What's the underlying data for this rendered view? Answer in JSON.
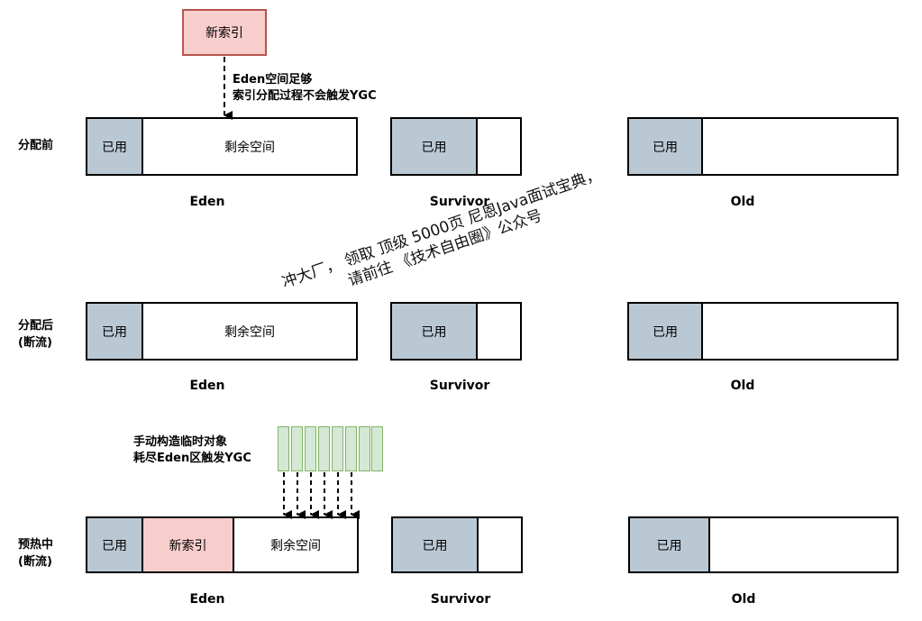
{
  "top": {
    "new_index": "新索引",
    "note_line1": "Eden空间足够",
    "note_line2": "索引分配过程不会触发YGC"
  },
  "rows": [
    {
      "label_line1": "分配前",
      "label_line2": "",
      "eden_used": "已用",
      "eden_free": "剩余空间",
      "survivor_used": "已用",
      "old_used": "已用"
    },
    {
      "label_line1": "分配后",
      "label_line2": "(断流)",
      "eden_used": "已用",
      "eden_free": "剩余空间",
      "survivor_used": "已用",
      "old_used": "已用"
    },
    {
      "label_line1": "预热中",
      "label_line2": "(断流)",
      "eden_used": "已用",
      "eden_new": "新索引",
      "eden_free": "剩余空间",
      "survivor_used": "已用",
      "old_used": "已用"
    }
  ],
  "captions": {
    "eden": "Eden",
    "survivor": "Survivor",
    "old": "Old"
  },
  "warmup_note": {
    "line1": "手动构造临时对象",
    "line2": "耗尽Eden区触发YGC"
  },
  "watermark": {
    "line1": "冲大厂， 领取 顶级  5000页 尼恩Java面试宝典，",
    "line2": "请前往 《技术自由圈》公众号"
  },
  "colors": {
    "used": "#bac8d3",
    "new_index": "#f8cecc",
    "temp_objects": "#d5e8d4",
    "temp_objects_border": "#82b366"
  }
}
